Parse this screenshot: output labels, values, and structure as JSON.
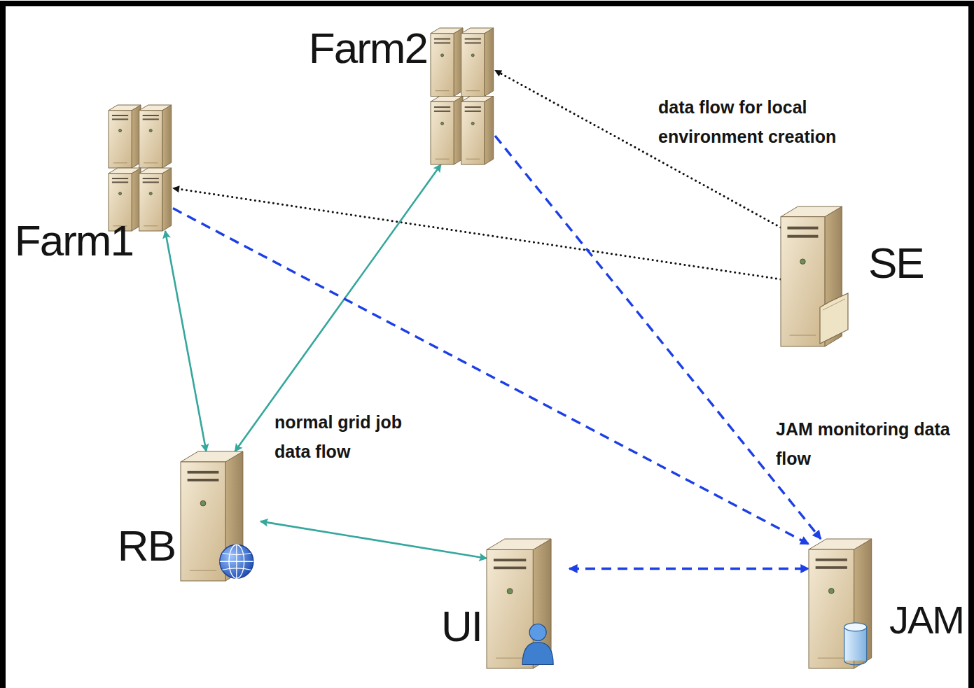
{
  "diagram": {
    "nodes": [
      {
        "text": [
          "Farm2"
        ]
      },
      {
        "text": [
          "Farm1"
        ]
      },
      {
        "text": [
          "SE"
        ]
      },
      {
        "text": [
          "RB"
        ]
      },
      {
        "text": [
          "UI"
        ]
      },
      {
        "text": [
          "JAM"
        ]
      }
    ],
    "edges": [
      {
        "from": 2,
        "to": 0,
        "arrow": "to"
      },
      {
        "from": 2,
        "to": 1,
        "arrow": "to"
      },
      {
        "from": 1,
        "to": 3,
        "arrow": "both"
      },
      {
        "from": 3,
        "to": 0,
        "arrow": "both"
      },
      {
        "from": 3,
        "to": 4,
        "arrow": "both"
      },
      {
        "from": 1,
        "to": 5,
        "arrow": "to"
      },
      {
        "from": 0,
        "to": 5,
        "arrow": "to"
      },
      {
        "from": 4,
        "to": 5,
        "arrow": "both"
      }
    ],
    "labels": [
      "data flow for local environment creation",
      "normal grid job data flow",
      "JAM monitoring data flow"
    ]
  }
}
